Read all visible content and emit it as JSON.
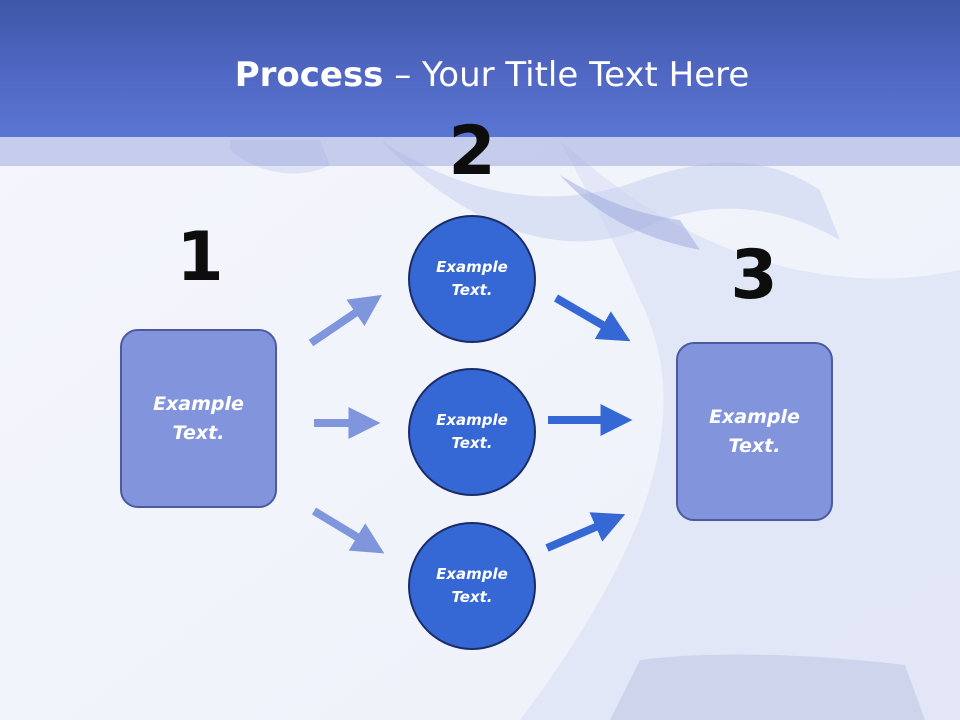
{
  "slide": {
    "title_bold": "Process",
    "title_rest": " – Your Title Text Here"
  },
  "steps": {
    "step1_number": "1",
    "step2_number": "2",
    "step3_number": "3"
  },
  "boxes": {
    "left": {
      "line1": "Example",
      "line2": "Text."
    },
    "right": {
      "line1": "Example",
      "line2": "Text."
    }
  },
  "circles": [
    {
      "line1": "Example",
      "line2": "Text."
    },
    {
      "line1": "Example",
      "line2": "Text."
    },
    {
      "line1": "Example",
      "line2": "Text."
    }
  ],
  "colors": {
    "header": "#5068c4",
    "box_fill": "#8295dc",
    "circle_fill": "#3568d4",
    "arrow_light": "#7f95dc",
    "arrow_dark": "#3568d4"
  }
}
